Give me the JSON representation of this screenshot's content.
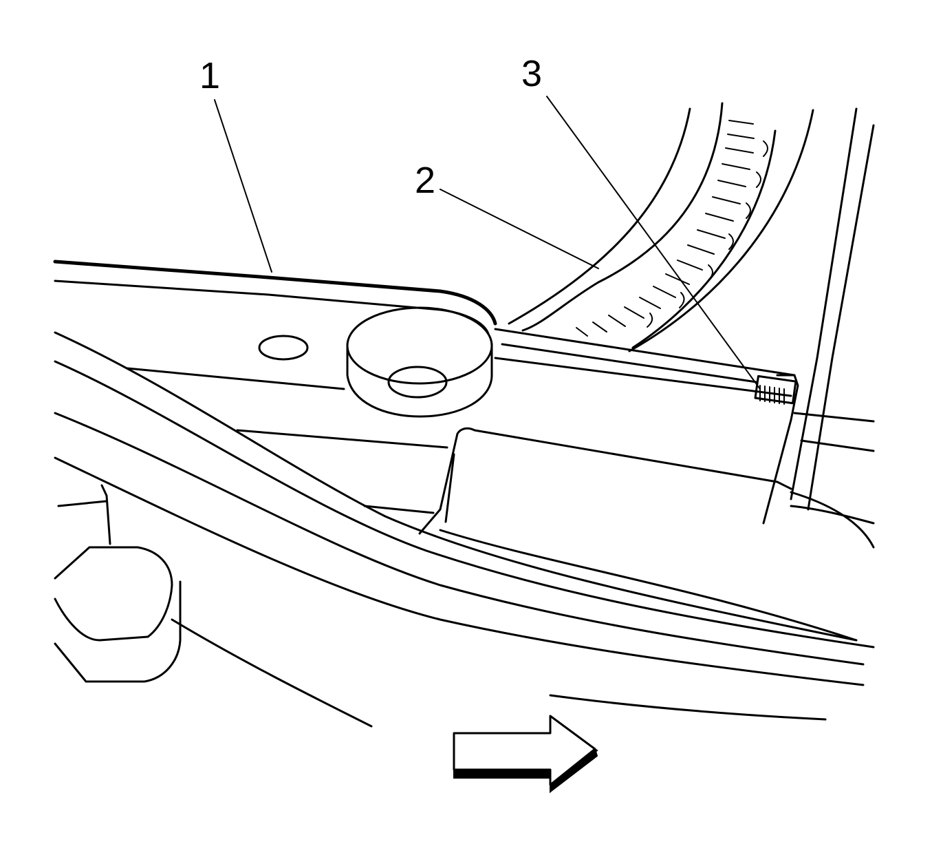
{
  "callouts": [
    {
      "id": "1",
      "label": "1"
    },
    {
      "id": "2",
      "label": "2"
    },
    {
      "id": "3",
      "label": "3"
    }
  ],
  "icons": {
    "direction_arrow": "arrow-right-icon"
  },
  "colors": {
    "line": "#000000",
    "background": "#ffffff"
  }
}
